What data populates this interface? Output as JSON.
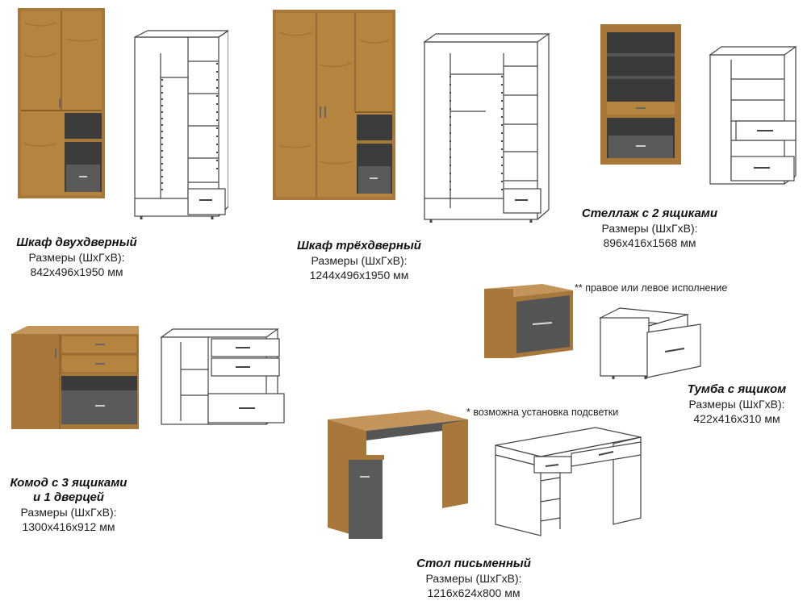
{
  "products": [
    {
      "title": "Шкаф двухдверный",
      "dims_label": "Размеры (ШхГхВ):",
      "dims": "842x496x1950 мм"
    },
    {
      "title": "Шкаф трёхдверный",
      "dims_label": "Размеры (ШхГхВ):",
      "dims": "1244x496x1950 мм"
    },
    {
      "title": "Стеллаж с 2 ящиками",
      "dims_label": "Размеры (ШхГхВ):",
      "dims": "896x416x1568 мм"
    },
    {
      "title": "Тумба с ящиком",
      "dims_label": "Размеры (ШхГхВ):",
      "dims": "422x416x310 мм"
    },
    {
      "title": "Комод с 3 ящиками",
      "title2": "и 1 дверцей",
      "dims_label": "Размеры (ШхГхВ):",
      "dims": "1300x416x912 мм"
    },
    {
      "title": "Стол письменный",
      "dims_label": "Размеры (ШхГхВ):",
      "dims": "1216x624x800 мм"
    }
  ],
  "notes": {
    "orientation": "** правое или левое исполнение",
    "lighting": "* возможна установка подсветки"
  },
  "colors": {
    "oak": "#b0803e",
    "oak_dark": "#8a5f2a",
    "graphite": "#555555",
    "white": "#ffffff",
    "outline": "#444444"
  }
}
